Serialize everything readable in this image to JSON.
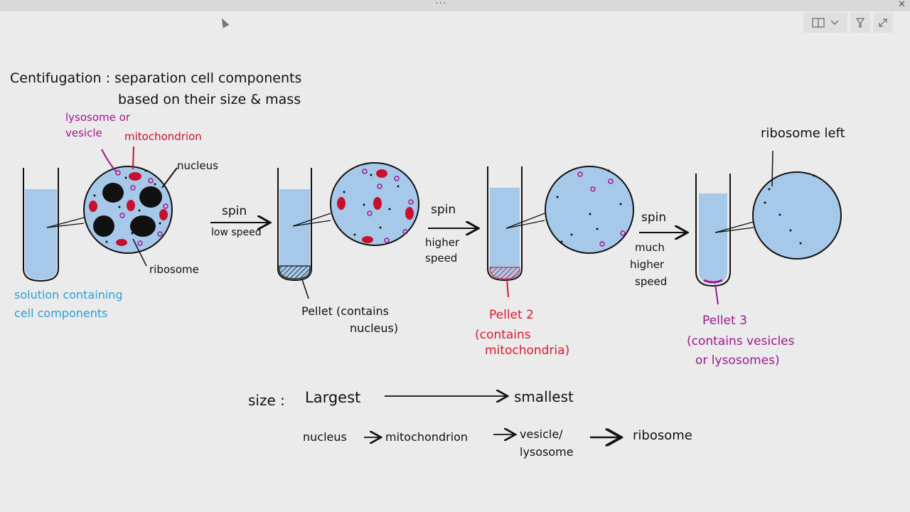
{
  "toolbar": {
    "dots": "···",
    "close": "✕",
    "buttons": [
      {
        "name": "layout-toggle-button",
        "icon": "panel-icon"
      },
      {
        "name": "filter-button",
        "icon": "funnel-icon"
      },
      {
        "name": "expand-button",
        "icon": "expand-icon"
      }
    ]
  },
  "colors": {
    "ink": "#111111",
    "solution": "#a6c9ea",
    "mitochondria": "#c8102e",
    "vesicle": "#a3158f",
    "label_blue": "#2a9fd6",
    "pellet_red": "#d8182e",
    "pellet_purple": "#9b1a8a"
  },
  "title": {
    "line1": "Centifugation : separation cell components",
    "line2": "based on their size & mass"
  },
  "labels": {
    "lysosome": [
      "lysosome or",
      "vesicle"
    ],
    "mitochondrion": "mitochondrion",
    "nucleus": "nucleus",
    "ribosome": "ribosome",
    "solution": [
      "solution containing",
      "cell components"
    ],
    "spin1": [
      "spin",
      "low speed"
    ],
    "spin2": [
      "spin",
      "higher",
      "speed"
    ],
    "spin3": [
      "spin",
      "much",
      "higher",
      "speed"
    ],
    "pellet1": [
      "Pellet (contains",
      "nucleus)"
    ],
    "pellet2": [
      "Pellet 2",
      "(contains",
      "mitochondria)"
    ],
    "pellet3": [
      "Pellet 3",
      "(contains vesicles",
      "or lysosomes)"
    ],
    "ribosome_left": "ribosome left"
  },
  "size_scale": {
    "prefix": "size :",
    "largest": "Largest",
    "smallest": "smallest"
  },
  "order": {
    "nucleus": "nucleus",
    "mitochondrion": "mitochondrion",
    "vesicle": [
      "vesicle/",
      "lysosome"
    ],
    "ribosome": "ribosome"
  }
}
